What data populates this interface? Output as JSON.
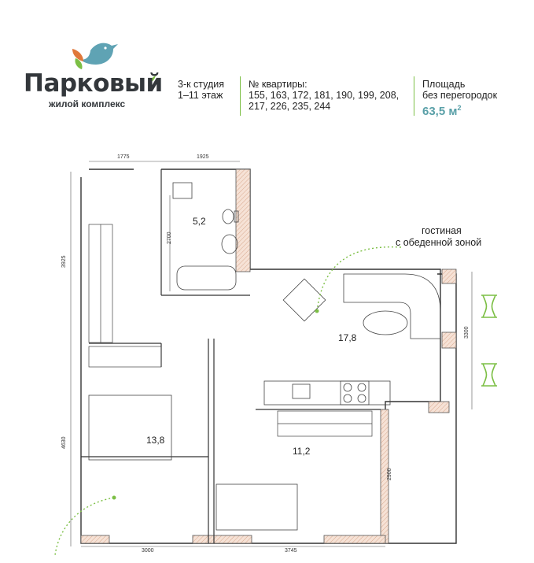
{
  "header": {
    "brand_name": "Парковый",
    "brand_subtitle": "жилой комплекс",
    "layout_type": "3-к студия",
    "floors": "1–11 этаж",
    "apartments_label": "№ квартиры:",
    "apartments_line1": "155, 163, 172, 181, 190, 199, 208,",
    "apartments_line2": "217, 226, 235, 244",
    "area_label_line1": "Площадь",
    "area_label_line2": "без перегородок",
    "area_value": "63,5 м",
    "area_unit_sup": "2"
  },
  "plan": {
    "living_room_label_line1": "гостиная",
    "living_room_label_line2": "с обеденной зоной",
    "rooms": {
      "bathroom": "5,2",
      "living": "17,8",
      "bedroom1": "13,8",
      "bedroom2": "11,2"
    },
    "dimensions": {
      "top_left": "1775",
      "top_right": "1925",
      "left_upper": "3925",
      "left_lower": "4630",
      "bath_height": "2700",
      "right_upper": "3300",
      "right_lower": "2900",
      "bottom_left": "3000",
      "bottom_right": "3745"
    }
  },
  "colors": {
    "accent_green": "#7cbf45",
    "accent_teal": "#5aa0a8",
    "wall_fill": "#f3dacb",
    "bird_blue": "#5fa3b4",
    "leaf_orange": "#e0783a",
    "leaf_green": "#7cbf45"
  }
}
